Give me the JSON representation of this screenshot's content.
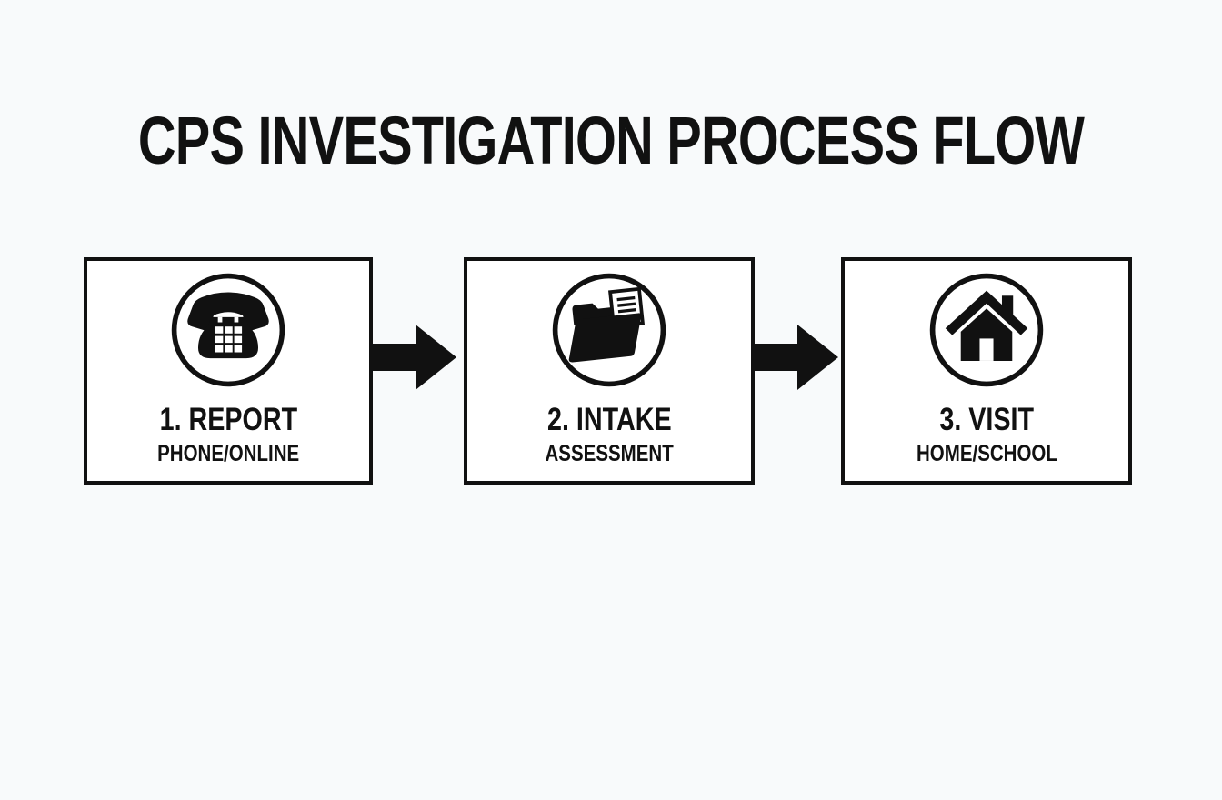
{
  "page": {
    "background_color": "#f8fafb"
  },
  "diagram": {
    "title": "CPS INVESTIGATION PROCESS FLOW",
    "ink_color": "#111111",
    "box_background": "#ffffff",
    "steps": [
      {
        "label": "1. REPORT",
        "sublabel": "PHONE/ONLINE",
        "icon": "phone-icon"
      },
      {
        "label": "2. INTAKE",
        "sublabel": "ASSESSMENT",
        "icon": "open-folder-document-icon"
      },
      {
        "label": "3. VISIT",
        "sublabel": "HOME/SCHOOL",
        "icon": "house-icon"
      }
    ],
    "connectors": [
      {
        "icon": "arrow-right-icon"
      },
      {
        "icon": "arrow-right-icon"
      }
    ]
  }
}
